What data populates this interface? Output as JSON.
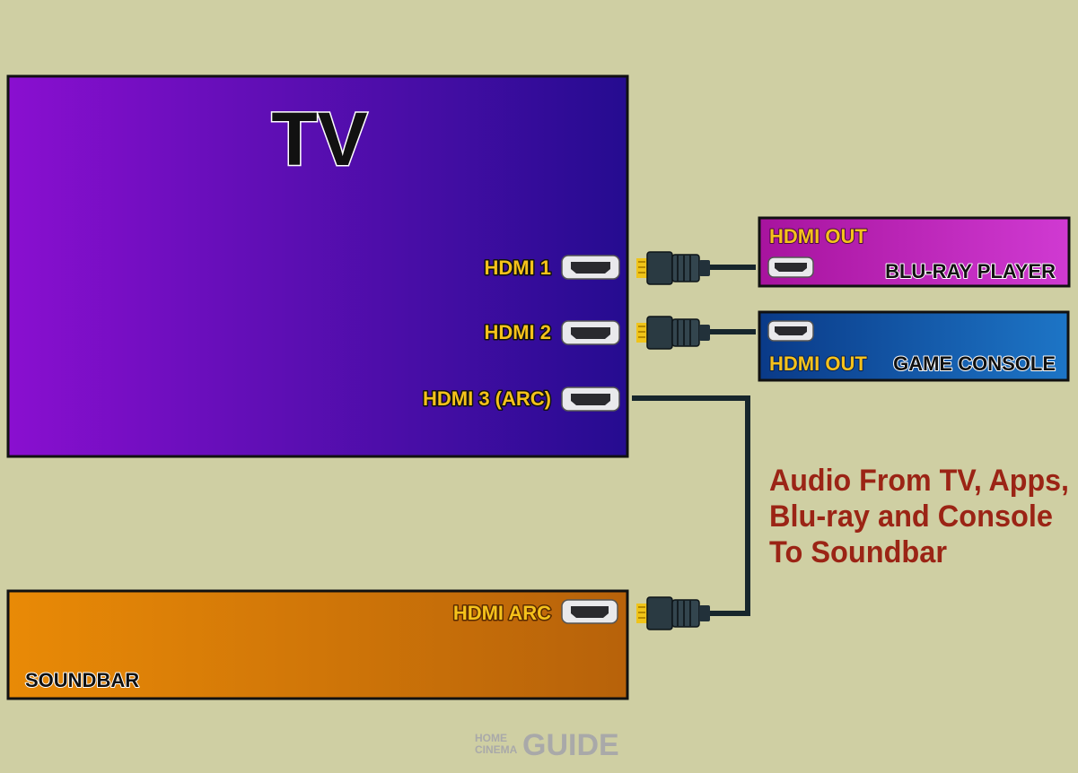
{
  "tv": {
    "title": "TV",
    "ports": [
      "HDMI 1",
      "HDMI 2",
      "HDMI 3 (ARC)"
    ]
  },
  "bluray": {
    "port_label": "HDMI OUT",
    "name": "BLU-RAY PLAYER"
  },
  "console": {
    "port_label": "HDMI OUT",
    "name": "GAME CONSOLE"
  },
  "soundbar": {
    "port_label": "HDMI ARC",
    "name": "SOUNDBAR"
  },
  "note": {
    "lines": [
      "Audio From TV, Apps,",
      "Blu-ray and Console",
      "To Soundbar"
    ]
  },
  "watermark": {
    "line1": "HOME",
    "line2": "CINEMA",
    "brand": "GUIDE"
  },
  "colors": {
    "background": "#cfcfa3",
    "tv_gradient": [
      "#8a0fd0",
      "#250c90"
    ],
    "bluray_gradient": [
      "#a7139e",
      "#d03ad2"
    ],
    "console_gradient": [
      "#0a3a88",
      "#1d75c6"
    ],
    "soundbar_gradient": [
      "#e98a06",
      "#b7620a"
    ],
    "label_yellow": "#f5c21b",
    "note_red": "#9b2415"
  }
}
